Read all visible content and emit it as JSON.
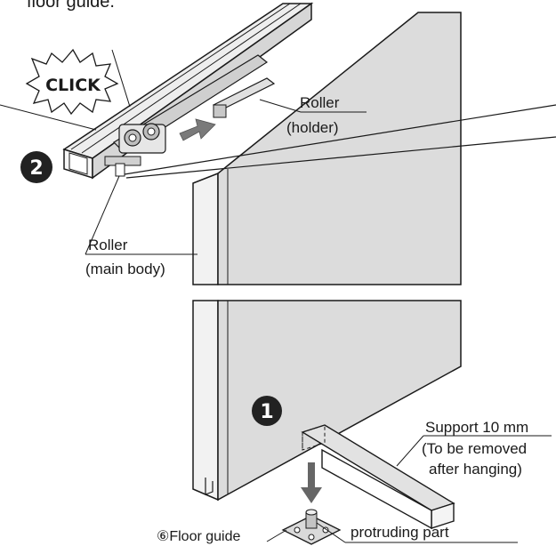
{
  "top_text": "floor guide.",
  "click_label": "CLICK",
  "step_marker_2": "2",
  "step_marker_1": "1",
  "roller_holder": {
    "line1": "Roller",
    "line2": "(holder)"
  },
  "roller_main_body": {
    "line1": "Roller",
    "line2": "(main body)"
  },
  "support": {
    "line1": "Support 10 mm",
    "line2": "(To be removed",
    "line3": "after hanging)"
  },
  "floor_guide": {
    "number": "⑥",
    "label": "Floor guide"
  },
  "protruding_part": "protruding part"
}
